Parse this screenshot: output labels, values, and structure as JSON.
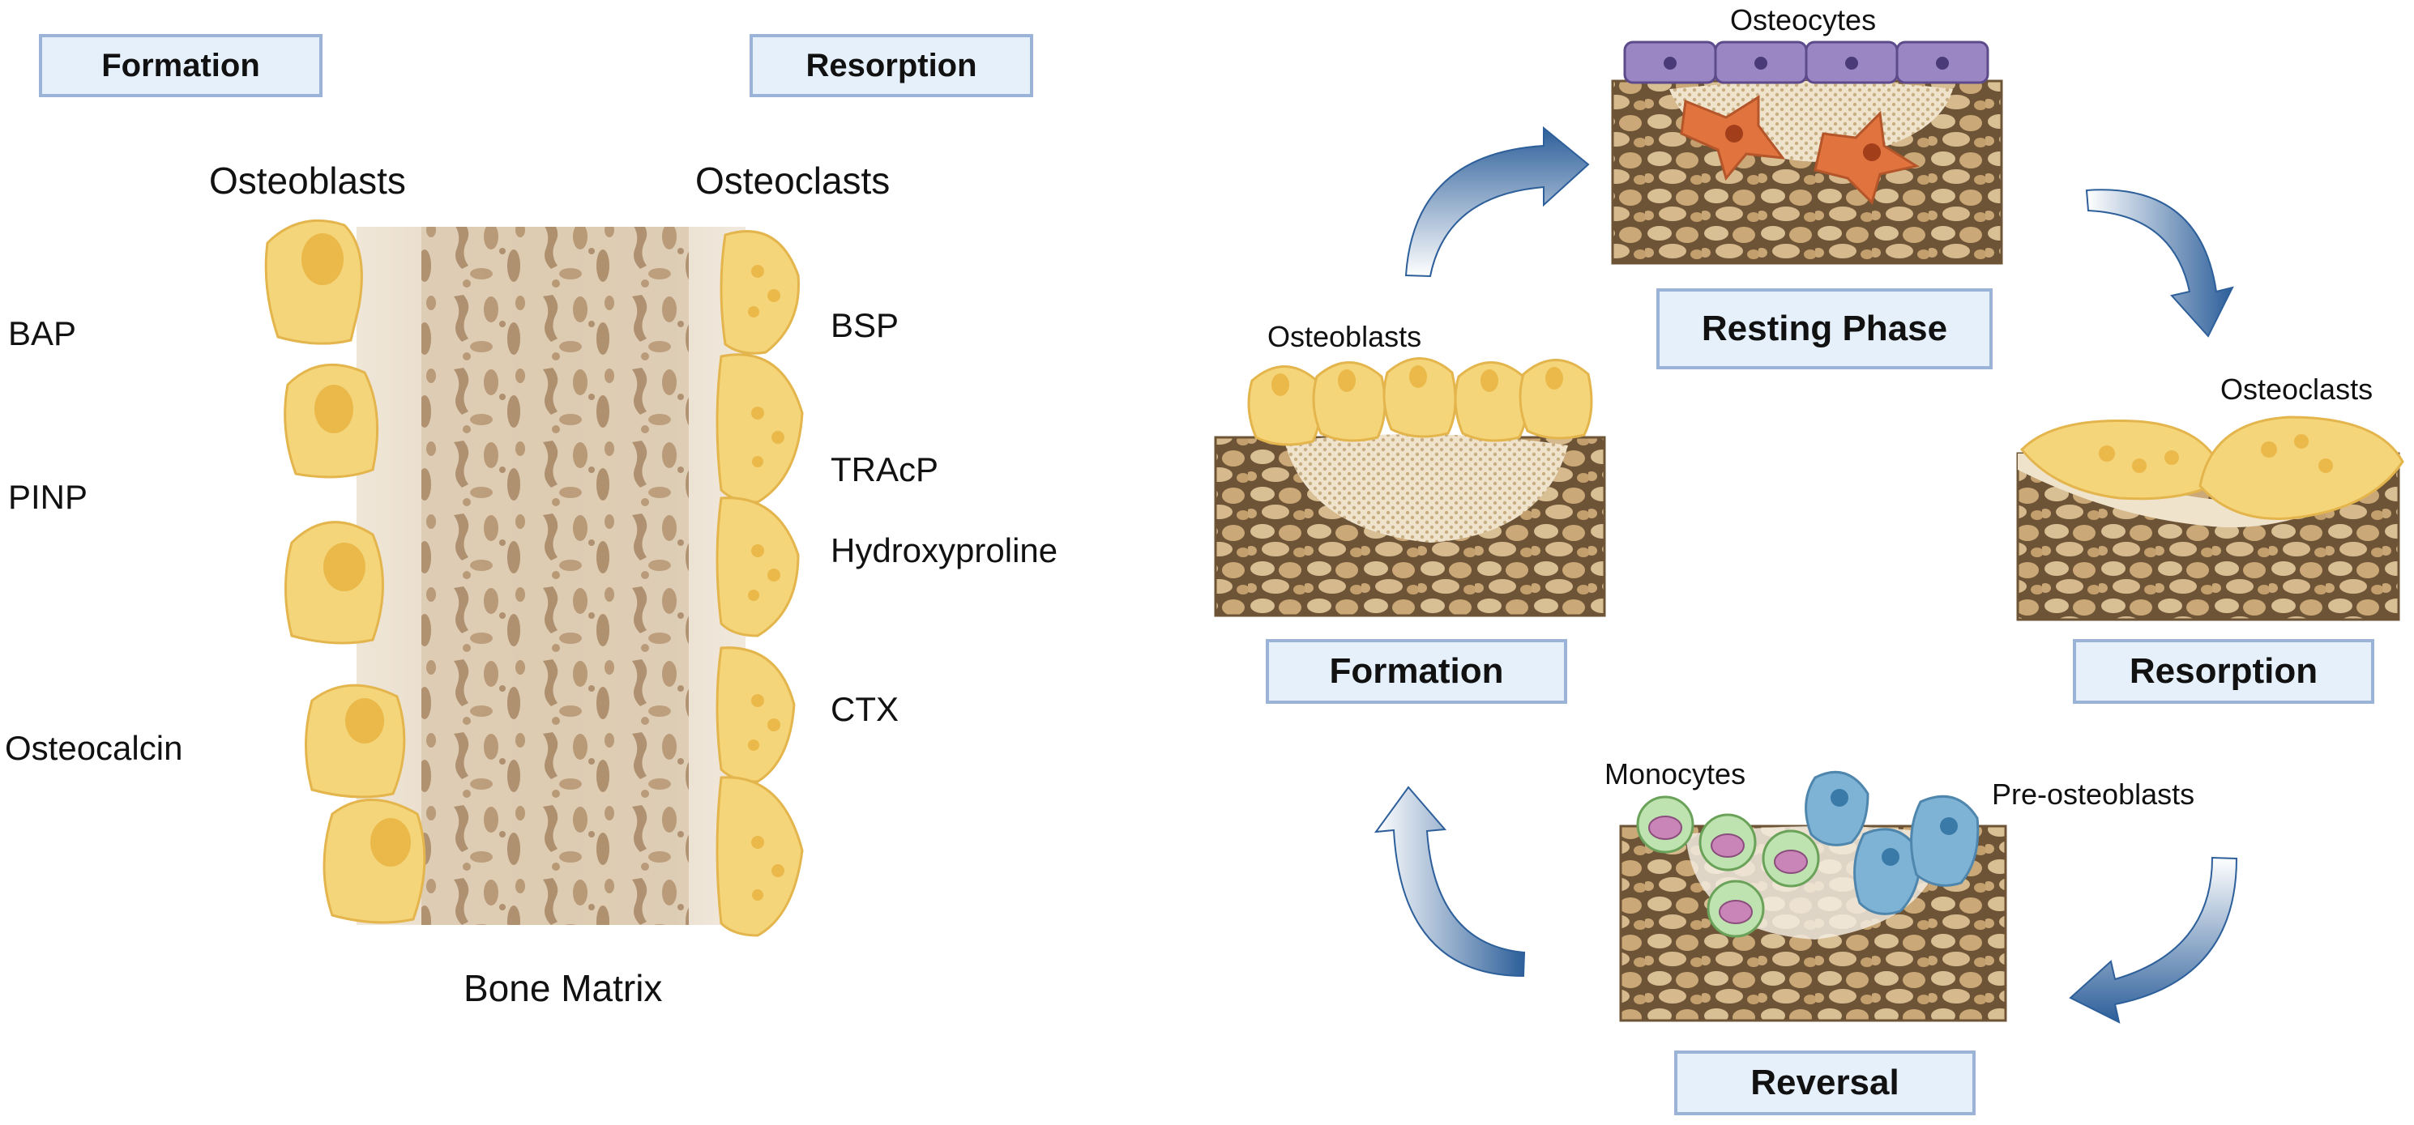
{
  "left_panel": {
    "formation_title": "Formation",
    "resorption_title": "Resorption",
    "osteoblasts_label": "Osteoblasts",
    "osteoclasts_label": "Osteoclasts",
    "formation_markers": [
      "BAP",
      "PINP",
      "Osteocalcin"
    ],
    "resorption_markers": [
      "BSP",
      "TRAcP",
      "Hydroxyproline",
      "CTX"
    ],
    "matrix_label": "Bone Matrix"
  },
  "cycle": {
    "resting": {
      "title": "Resting Phase",
      "cell_label": "Osteocytes"
    },
    "resorption": {
      "title": "Resorption",
      "cell_label": "Osteoclasts"
    },
    "reversal": {
      "title": "Reversal",
      "cell_label_left": "Monocytes",
      "cell_label_right": "Pre-osteoblasts"
    },
    "formation": {
      "title": "Formation",
      "cell_label": "Osteoblasts"
    }
  },
  "colors": {
    "box_fill": "#e6f0fb",
    "box_border": "#9ab3d6",
    "cell_yellow": "#f5d57a",
    "bone_tan": "#c8a77a",
    "arrow_blue": "#2d5f9a",
    "osteocyte_purple": "#9b86c4",
    "pre_osteoblast_blue": "#7fb3d5",
    "monocyte_green": "#bfe3b0"
  }
}
